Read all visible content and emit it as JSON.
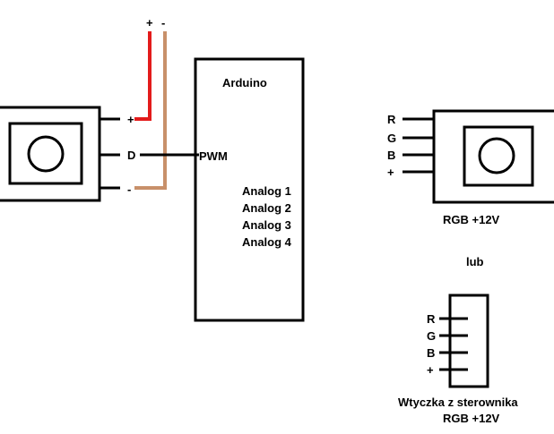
{
  "power": {
    "plus": "+",
    "minus": "-"
  },
  "left_component": {
    "pins": [
      "+",
      "D",
      "-"
    ]
  },
  "arduino": {
    "title": "Arduino",
    "pwm": "PWM",
    "analog": [
      "Analog 1",
      "Analog 2",
      "Analog 3",
      "Analog 4"
    ]
  },
  "rgb_module": {
    "pins": [
      "R",
      "G",
      "B",
      "+"
    ],
    "caption": "RGB +12V"
  },
  "separator": "lub",
  "connector": {
    "pins": [
      "R",
      "G",
      "B",
      "+"
    ],
    "caption_line1": "Wtyczka z sterownika",
    "caption_line2": "RGB +12V"
  },
  "colors": {
    "wire_plus": "#e31b1b",
    "wire_minus": "#c8906a",
    "line": "#000000"
  }
}
